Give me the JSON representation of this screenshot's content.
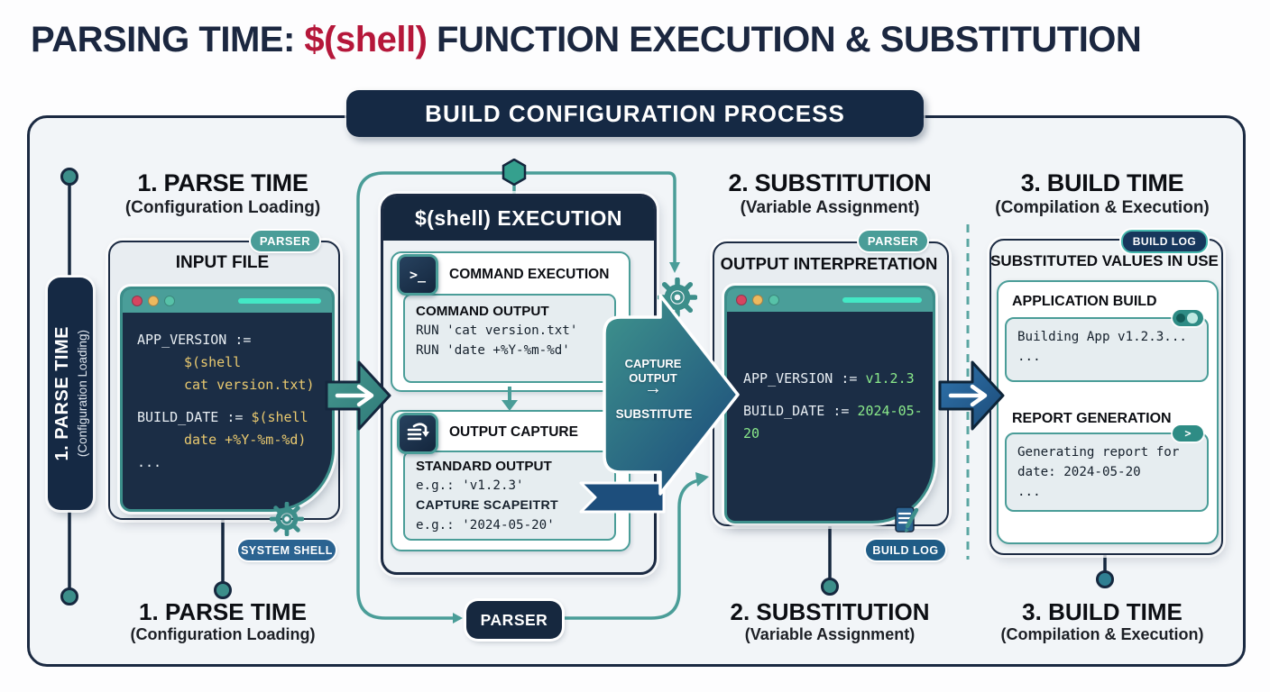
{
  "title": {
    "prefix": "PARSING TIME: ",
    "highlight": "$(shell)",
    "suffix": " FUNCTION EXECUTION & SUBSTITUTION"
  },
  "banner": "BUILD CONFIGURATION PROCESS",
  "rail": {
    "title": "1. PARSE TIME",
    "subtitle": "(Configuration Loading)"
  },
  "col1": {
    "heading": "1. PARSE TIME",
    "subheading": "(Configuration Loading)",
    "badge": "PARSER",
    "panel_title": "INPUT FILE",
    "code": {
      "l1": "APP_VERSION :=",
      "l2": "$(shell",
      "l3": "cat version.txt)",
      "l4a": "BUILD_DATE := ",
      "l4b": "$(shell",
      "l5": "date +%Y-%m-%d)",
      "l6": "..."
    },
    "shell_badge": "SYSTEM SHELL",
    "footer_heading": "1. PARSE TIME",
    "footer_subheading": "(Configuration Loading)"
  },
  "col2": {
    "header": "$(shell) EXECUTION",
    "card1": {
      "icon_glyph": ">_",
      "title": "COMMAND EXECUTION",
      "box_title": "COMMAND OUTPUT",
      "line1": "RUN 'cat version.txt'",
      "line2": "RUN 'date +%Y-%m-%d'"
    },
    "card2": {
      "title": "OUTPUT CAPTURE",
      "box_title": "STANDARD OUTPUT",
      "line1": "e.g.: 'v1.2.3'",
      "label2": "CAPTURE SCAPEITRT",
      "line3": "e.g.: '2024-05-20'"
    },
    "parser_badge": "PARSER"
  },
  "ribbon": {
    "top_label_line1": "CAPTURE",
    "top_label_line2": "OUTPUT",
    "arrow_glyph": "→",
    "bottom_label": "SUBSTITUTE"
  },
  "col3": {
    "heading": "2. SUBSTITUTION",
    "subheading": "(Variable Assignment)",
    "badge": "PARSER",
    "panel_title": "OUTPUT INTERPRETATION",
    "code": {
      "l1a": "APP_VERSION := ",
      "l1b": "v1.2.3",
      "l2a": "BUILD_DATE := ",
      "l2b": "2024-05-20"
    },
    "log_badge": "BUILD LOG",
    "footer_heading": "2. SUBSTITUTION",
    "footer_subheading": "(Variable Assignment)"
  },
  "col4": {
    "heading": "3. BUILD TIME",
    "subheading": "(Compilation & Execution)",
    "badge": "BUILD LOG",
    "panel_title": "SUBSTITUTED VALUES IN USE",
    "section1": {
      "title": "APPLICATION BUILD",
      "line1": "Building App v1.2.3...",
      "line2": "..."
    },
    "section2": {
      "title": "REPORT GENERATION",
      "line1": "Generating report for",
      "line2": "date: 2024-05-20",
      "line3": "..."
    },
    "chevron_glyph": ">",
    "footer_heading": "3. BUILD TIME",
    "footer_subheading": "(Compilation & Execution)"
  },
  "bottom_badge": "PARSER",
  "colors": {
    "navy": "#16283f",
    "teal": "#4a9d98",
    "teal_dark": "#3c8e8a",
    "blue": "#2b6391",
    "red_accent": "#b5173a",
    "code_bg": "#1b2d45",
    "code_yellow": "#e9c96f",
    "code_green": "#8ae98a",
    "accent_line": "#43e8c5",
    "dot_red": "#d64560",
    "dot_yellow": "#edb95e",
    "dot_teal": "#57c2a8"
  }
}
